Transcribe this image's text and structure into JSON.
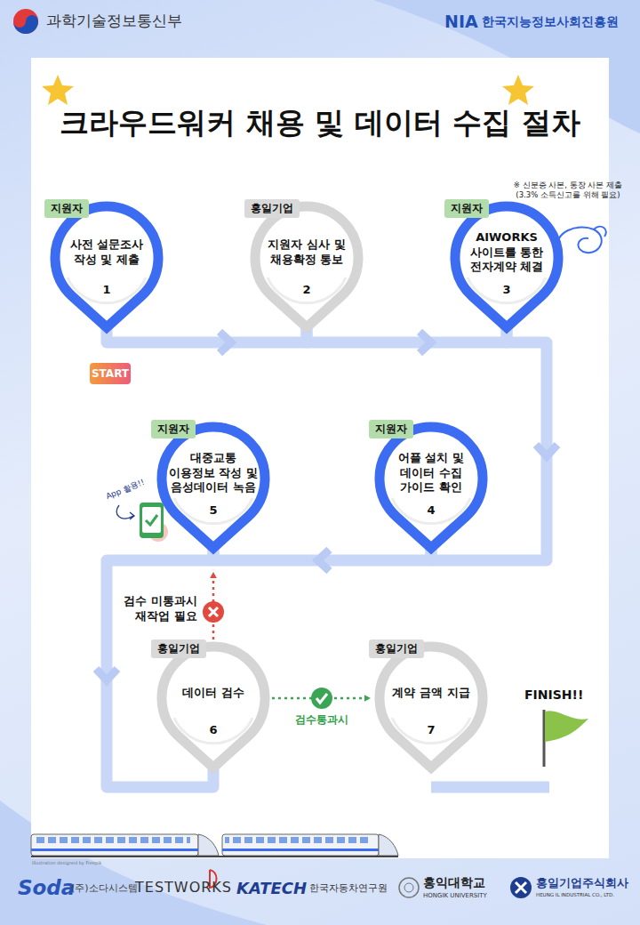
{
  "diagram": {
    "title": "크라우드워커 채용 및 데이터 수집 절차",
    "nodes": [
      {
        "text": [
          "지원자",
          "사전 설문조사 작성 및 제출",
          "1"
        ]
      },
      {
        "text": [
          "홍일기업",
          "지원자 심사 및 채용확정 통보",
          "2"
        ]
      },
      {
        "text": [
          "지원자",
          "AIWORKS 사이트를 통한 전자계약 체결",
          "3"
        ]
      },
      {
        "text": [
          "지원자",
          "어플 설치 및 데이터 수집 가이드 확인",
          "4"
        ]
      },
      {
        "text": [
          "지원자",
          "대중교통 이용정보 작성 및 음성데이터 녹음",
          "5"
        ]
      },
      {
        "text": [
          "홍일기업",
          "데이터 검수",
          "6"
        ]
      },
      {
        "text": [
          "홍일기업",
          "계약 금액 지급",
          "7"
        ]
      }
    ],
    "edges": [
      {
        "from": 0,
        "to": 1,
        "arrow": "to"
      },
      {
        "from": 1,
        "to": 2,
        "arrow": "to"
      },
      {
        "from": 2,
        "to": 3,
        "arrow": "to"
      },
      {
        "from": 3,
        "to": 4,
        "arrow": "to"
      },
      {
        "from": 4,
        "to": 5,
        "arrow": "to"
      },
      {
        "from": 5,
        "to": 4,
        "label": "검수 미통과시 재작업 필요",
        "arrow": "to"
      },
      {
        "from": 5,
        "to": 6,
        "label": "검수통과시",
        "arrow": "to"
      }
    ],
    "labels": [
      "과학기술정보통신부",
      "NIA",
      "한국지능정보사회진흥원",
      "※ 신분증 사본, 통장 사본 제출 (3.3% 소득신고를 위해 필요)",
      "START",
      "App 활용!!",
      "FINISH!!",
      "Illustration designed by Freepik",
      "Soda",
      "(주)소다시스템",
      "TESTWORKS",
      "KATECH",
      "한국자동차연구원",
      "홍익대학교",
      "HONGIK UNIVERSITY",
      "홍일기업주식회사",
      "HEUNG IL INDUSTRIAL CO., LTD."
    ]
  }
}
